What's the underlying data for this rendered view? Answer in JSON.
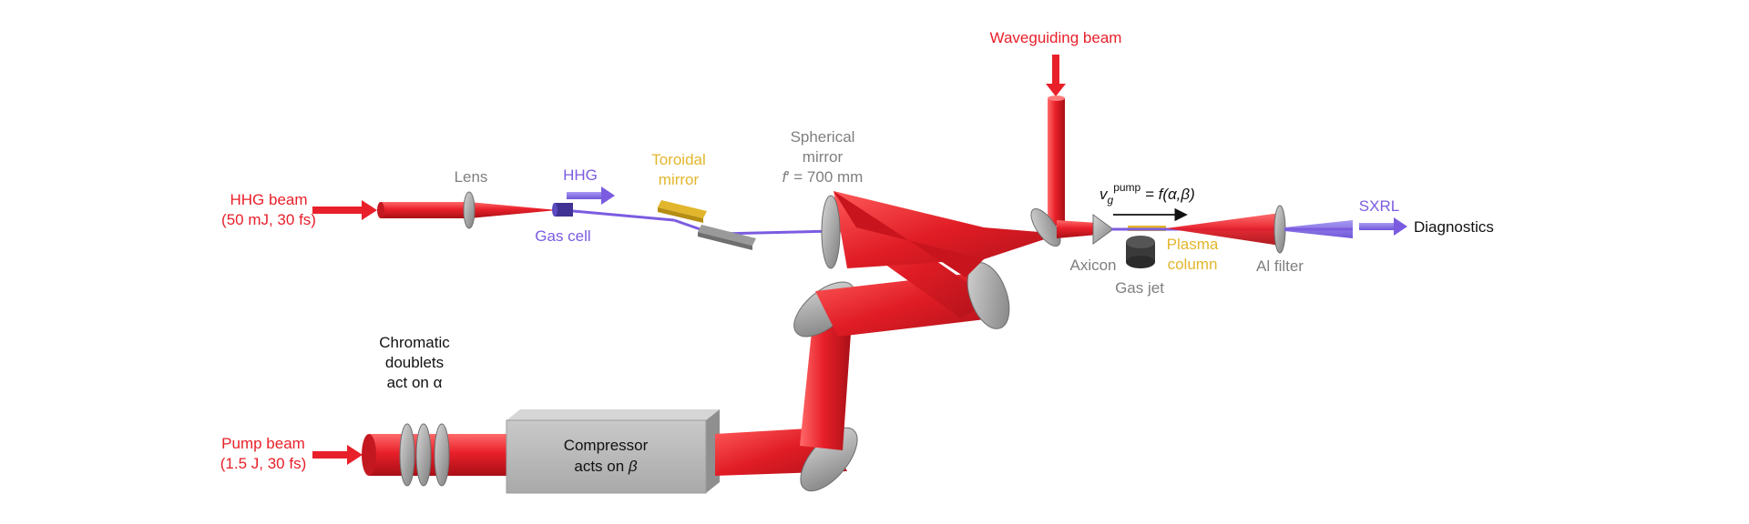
{
  "labels": {
    "hhg_beam_1": "HHG beam",
    "hhg_beam_2": "(50 mJ, 30 fs)",
    "lens": "Lens",
    "hhg": "HHG",
    "gas_cell": "Gas cell",
    "toroidal_1": "Toroidal",
    "toroidal_2": "mirror",
    "spherical_1": "Spherical",
    "spherical_2": "mirror",
    "spherical_f": "f",
    "spherical_3": "′ = 700 mm",
    "waveguiding": "Waveguiding beam",
    "vg": "v",
    "vg_sub": "g",
    "vg_sup": "pump",
    "vg_eq": " = f(α,β)",
    "axicon": "Axicon",
    "plasma_1": "Plasma",
    "plasma_2": "column",
    "gas_jet": "Gas jet",
    "al_filter": "Al filter",
    "sxrl": "SXRL",
    "diagnostics": "Diagnostics",
    "chromatic_1": "Chromatic",
    "chromatic_2": "doublets",
    "chromatic_3": "act on α",
    "pump_1": "Pump beam",
    "pump_2": "(1.5 J, 30 fs)",
    "compressor_1": "Compressor",
    "compressor_2": "acts on ",
    "compressor_beta": "β"
  },
  "colors": {
    "beam_red": "#e8202a",
    "hhg_purple": "#7b5ce0",
    "label_gold": "#e2b62c",
    "optic_gray": "#9a9a9a"
  }
}
